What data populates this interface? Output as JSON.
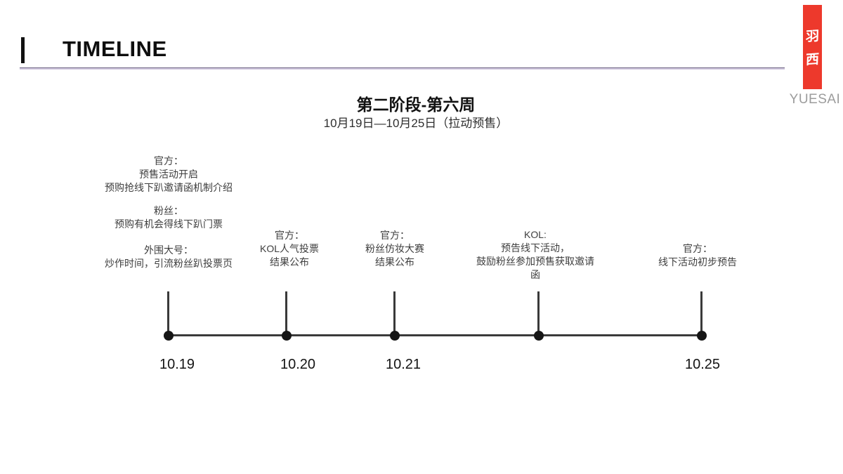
{
  "header": {
    "title": "TIMELINE"
  },
  "logo": {
    "seal_top": "羽",
    "seal_bottom": "西",
    "brand": "YUESAI"
  },
  "stage": {
    "title": "第二阶段-第六周",
    "subtitle": "10月19日—10月25日（拉动预售）"
  },
  "colors": {
    "seal_red": "#ed392c",
    "brand_gray": "#9c9c9c",
    "divider_purple": "#cdc4dc",
    "timeline_dark": "#3a3a3a",
    "note_text": "#3e3e3e"
  },
  "events": [
    {
      "date": "10.19",
      "notes": [
        {
          "lines": [
            "官方：",
            "预售活动开启",
            "预购抢线下趴邀请函机制介绍"
          ]
        },
        {
          "lines": [
            "粉丝：",
            "预购有机会得线下趴门票"
          ]
        },
        {
          "lines": [
            "外围大号：",
            "炒作时间，引流粉丝趴投票页"
          ]
        }
      ]
    },
    {
      "date": "10.20",
      "notes": [
        {
          "lines": [
            "官方：",
            "KOL人气投票",
            "结果公布"
          ]
        }
      ]
    },
    {
      "date": "10.21",
      "notes": [
        {
          "lines": [
            "官方：",
            "粉丝仿妆大赛",
            "结果公布"
          ]
        }
      ]
    },
    {
      "notes": [
        {
          "lines": [
            "KOL:",
            "预告线下活动，",
            "鼓励粉丝参加预售获取邀请",
            "函"
          ]
        }
      ]
    },
    {
      "date": "10.25",
      "notes": [
        {
          "lines": [
            "官方：",
            "线下活动初步预告"
          ]
        }
      ]
    }
  ]
}
